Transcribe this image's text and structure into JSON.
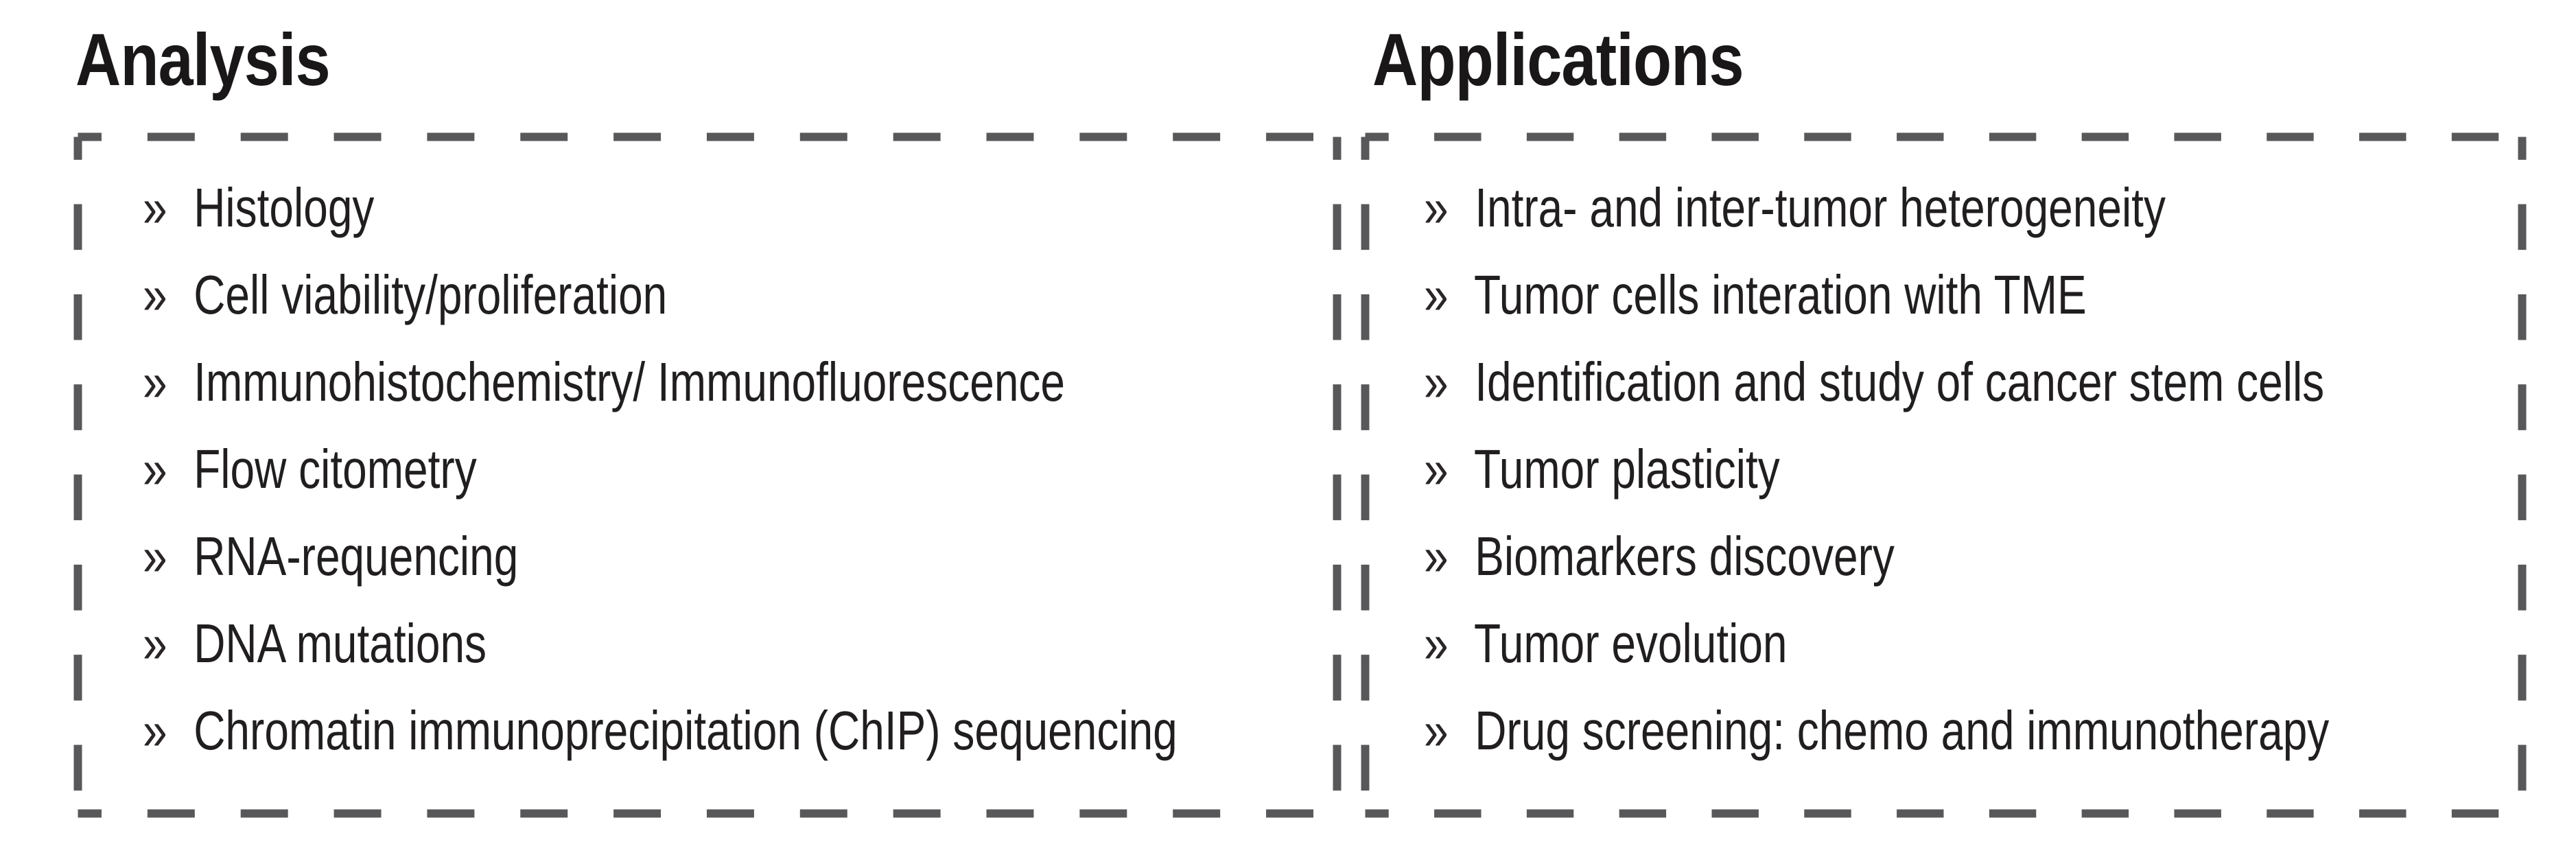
{
  "panels": [
    {
      "title": "Analysis",
      "bullet": "»",
      "items": [
        "Histology",
        "Cell viability/proliferation",
        "Immunohistochemistry/ Immunofluorescence",
        "Flow citometry",
        "RNA-requencing",
        "DNA mutations",
        "Chromatin immunoprecipitation (ChIP) sequencing"
      ]
    },
    {
      "title": "Applications",
      "bullet": "»",
      "items": [
        "Intra- and inter-tumor heterogeneity",
        "Tumor cells interation with TME",
        "Identification and study of cancer stem cells",
        "Tumor plasticity",
        "Biomarkers discovery",
        "Tumor evolution",
        "Drug screening: chemo and immunotherapy"
      ]
    }
  ],
  "colors": {
    "background": "#ffffff",
    "text": "#211e1f",
    "heading": "#1a1718",
    "dash_border": "#58585a"
  }
}
